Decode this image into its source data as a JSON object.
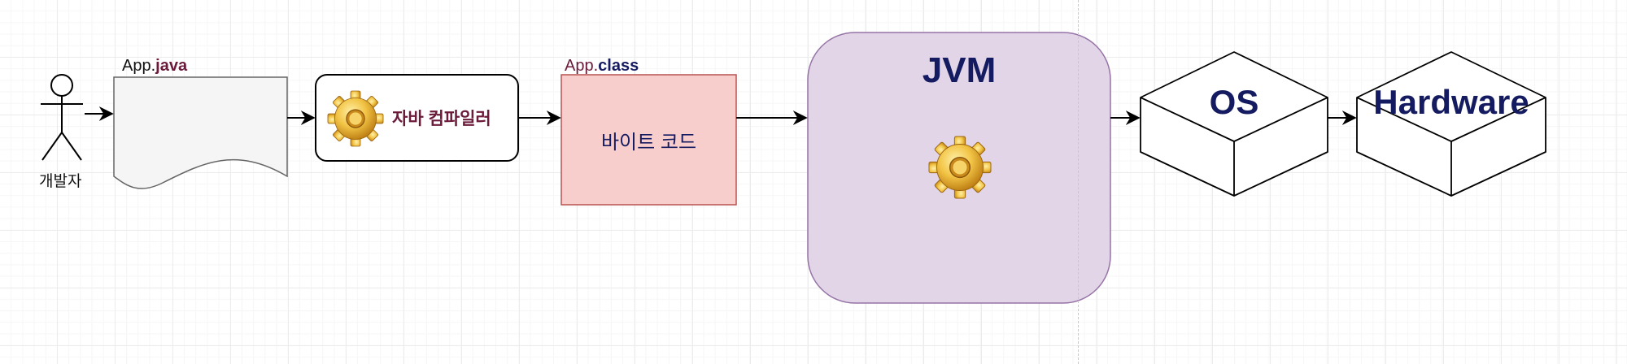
{
  "diagram": {
    "actor": {
      "label": "개발자"
    },
    "source_file": {
      "name_prefix": "App.",
      "name_ext": "java"
    },
    "compiler": {
      "label": "자바 컴파일러",
      "icon": "gear-icon"
    },
    "class_file": {
      "name_prefix": "App.",
      "name_ext": "class",
      "label": "바이트 코드"
    },
    "jvm": {
      "label": "JVM",
      "icon": "gear-icon"
    },
    "os": {
      "label": "OS"
    },
    "hardware": {
      "label": "Hardware"
    }
  },
  "colors": {
    "jvm_fill": "#e1d5e7",
    "jvm_stroke": "#9673a6",
    "bytecode_fill": "#f8cecc",
    "bytecode_stroke": "#b85450",
    "doc_fill": "#f5f5f5",
    "doc_stroke": "#666666",
    "label_navy": "#151b60",
    "label_maroon": "#6b1a3a",
    "gear_gold": "#e6ac2c"
  }
}
